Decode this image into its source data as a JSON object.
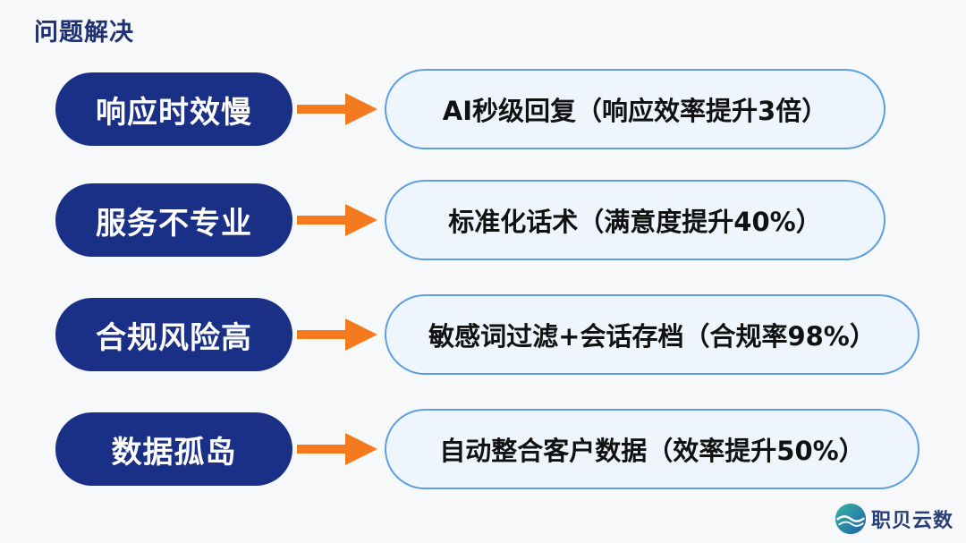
{
  "title": "问题解决",
  "rows": [
    {
      "problem": "响应时效慢",
      "solution": "AI秒级回复（响应效率提升3倍）"
    },
    {
      "problem": "服务不专业",
      "solution": "标准化话术（满意度提升40%）"
    },
    {
      "problem": "合规风险高",
      "solution": "敏感词过滤+会话存档（合规率98%）"
    },
    {
      "problem": "数据孤岛",
      "solution": "自动整合客户数据（效率提升50%）"
    }
  ],
  "colors": {
    "problem_fill": "#1a2f86",
    "arrow": "#f47a1f",
    "solution_fill": "#eef5fd",
    "solution_border": "#5e9fe2"
  },
  "logo": {
    "text": "职贝云数",
    "icon": "wave-globe-logo-icon"
  }
}
